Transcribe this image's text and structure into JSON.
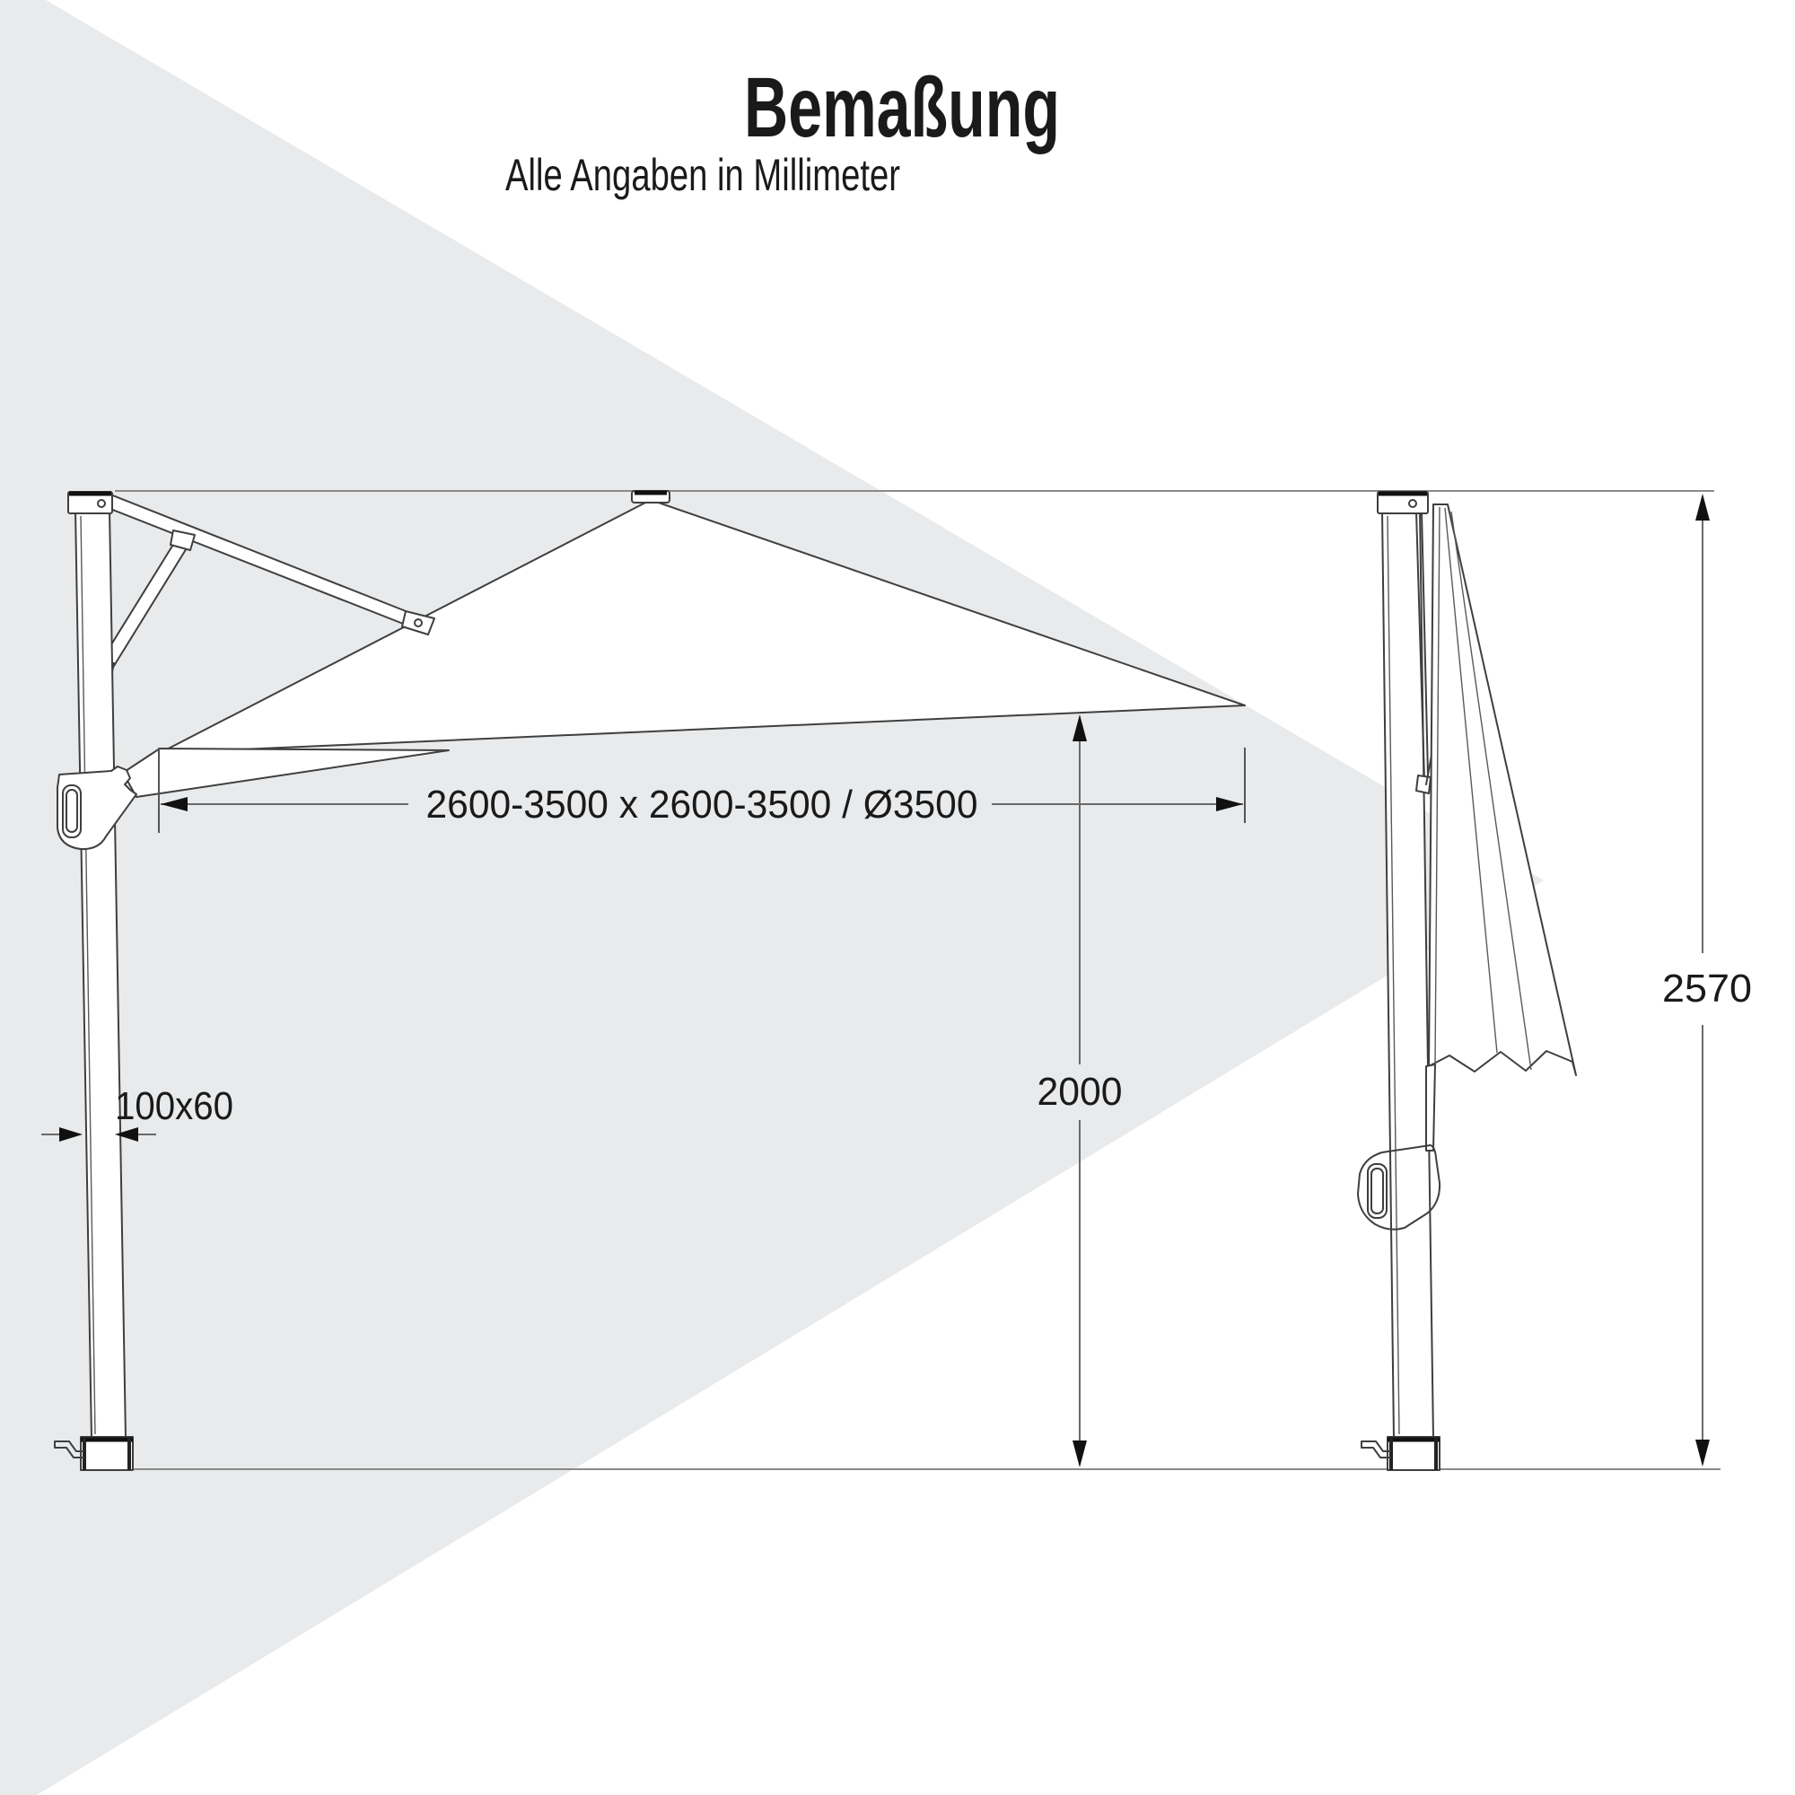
{
  "header": {
    "title": "Bemaßung",
    "subtitle": "Alle Angaben in Millimeter"
  },
  "dimensions": {
    "canopy_span": "2600-3500 x 2600-3500 / Ø3500",
    "height_under_canopy": "2000",
    "total_height": "2570",
    "mast_profile": "100x60"
  },
  "colors": {
    "background": "#ffffff",
    "accent_wedge_gray": "#e8eaec",
    "drawing_outline": "#3f3f3f",
    "dimension_line": "#6a6a6a",
    "text": "#1a1a1a"
  }
}
